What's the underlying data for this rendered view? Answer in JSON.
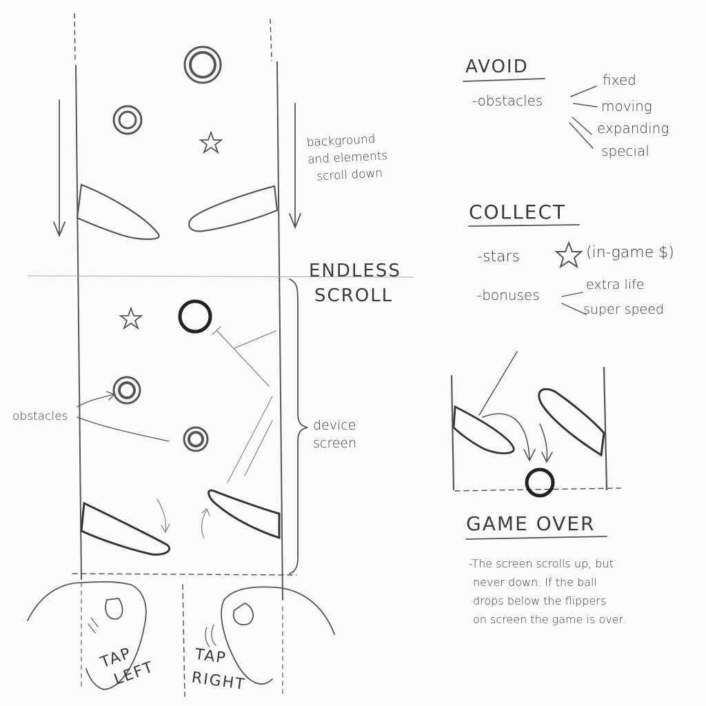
{
  "labels": {
    "scroll_note": [
      "background",
      "and elements",
      "scroll down"
    ],
    "endless_scroll": [
      "ENDLESS",
      "SCROLL"
    ],
    "obstacles_label": "obstacles",
    "device_screen": [
      "device",
      "screen"
    ],
    "tap_left": [
      "TAP",
      "LEFT"
    ],
    "tap_right": [
      "TAP",
      "RIGHT"
    ]
  },
  "avoid": {
    "heading": "AVOID",
    "item": "-obstacles",
    "types": [
      "fixed",
      "moving",
      "expanding",
      "special"
    ]
  },
  "collect": {
    "heading": "COLLECT",
    "stars_label": "-stars",
    "stars_note": "(in-game $)",
    "bonuses_label": "-bonuses",
    "bonus_types": [
      "extra life",
      "super speed"
    ]
  },
  "game_over": {
    "heading": "GAME OVER",
    "description": [
      "-The screen scrolls up, but",
      "never down. If the ball",
      "drops below the flippers",
      "on screen the game is over."
    ]
  }
}
